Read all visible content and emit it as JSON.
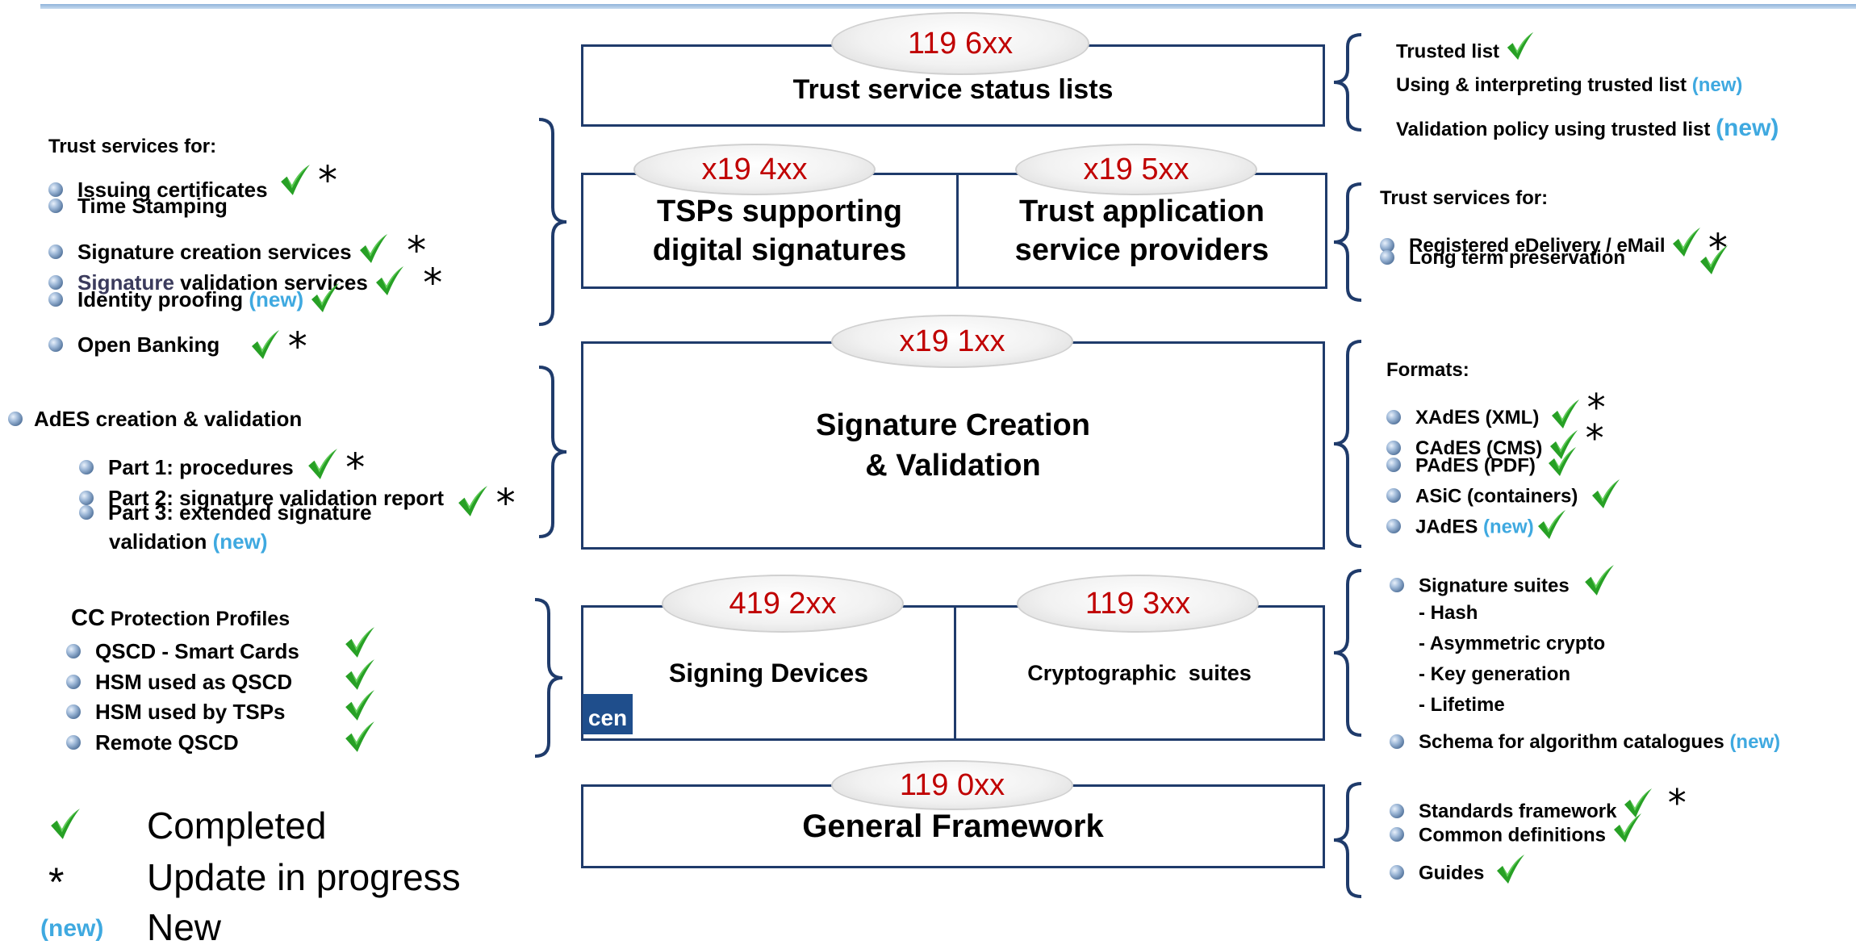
{
  "boxes": {
    "trust_status": {
      "code": "119 6xx",
      "title": "Trust service status lists"
    },
    "tsps": {
      "code": "x19 4xx",
      "title_line1": "TSPs supporting",
      "title_line2": "digital signatures"
    },
    "trust_app": {
      "code": "x19 5xx",
      "title_line1": "Trust application",
      "title_line2": "service providers"
    },
    "sig_creation": {
      "code": "x19 1xx",
      "title_line1": "Signature Creation",
      "title_line2": "& Validation"
    },
    "signing_devices": {
      "code": "419 2xx",
      "title": "Signing Devices",
      "logo": "cen"
    },
    "crypto_suites": {
      "code": "119 3xx",
      "title": "Cryptographic  suites"
    },
    "general": {
      "code": "119 0xx",
      "title": "General Framework"
    }
  },
  "right_trusted_list": {
    "item1": "Trusted list",
    "item2": "Using & interpreting trusted list",
    "item2_new": "(new)",
    "item3": "Validation policy using trusted list",
    "item3_new": "(new)"
  },
  "left_trust_services": {
    "heading": "Trust services for:",
    "items": [
      "Issuing certificates",
      "Time Stamping",
      "Signature creation services",
      "Signature",
      " validation services",
      "Identity proofing",
      "Open Banking"
    ],
    "new_label": "(new)"
  },
  "right_trust_app": {
    "heading": "Trust services for:",
    "item1": "Registered eDelivery / eMail",
    "item2": "Long term preservation"
  },
  "left_ades": {
    "heading": "AdES creation & validation",
    "part1": "Part 1: procedures",
    "part2": "Part 2: signature validation report",
    "part3_line1": "Part 3: extended  signature",
    "part3_line2": "validation",
    "new_label": "(new)"
  },
  "right_formats": {
    "heading": "Formats:",
    "items": [
      "XAdES (XML)",
      "CAdES (CMS)",
      "PAdES (PDF)",
      "ASiC (containers)",
      "JAdES"
    ],
    "new_label": "(new)"
  },
  "left_cc": {
    "heading_cc": "CC",
    "heading_rest": " Protection Profiles",
    "items": [
      "QSCD - Smart Cards",
      "HSM used as QSCD",
      "HSM used by TSPs",
      "Remote QSCD"
    ]
  },
  "right_suites": {
    "item1": "Signature suites",
    "subs": [
      "- Hash",
      "- Asymmetric crypto",
      "- Key generation",
      "- Lifetime"
    ],
    "item2": "Schema for algorithm catalogues",
    "new_label": "(new)"
  },
  "right_general": {
    "items": [
      "Standards framework",
      "Common definitions",
      "Guides"
    ]
  },
  "legend": {
    "completed": "Completed",
    "star_symbol": "*",
    "update": "Update in progress",
    "new_symbol": "(new)",
    "new": "New"
  },
  "colors": {
    "box_border": "#1f3b6b",
    "code_red": "#c00000",
    "new_blue": "#3fa9e0",
    "check_green": "#2ca02c"
  },
  "icons": {
    "check": "green-check-icon",
    "bullet": "sphere-bullet-icon",
    "brace": "curly-brace-icon"
  }
}
